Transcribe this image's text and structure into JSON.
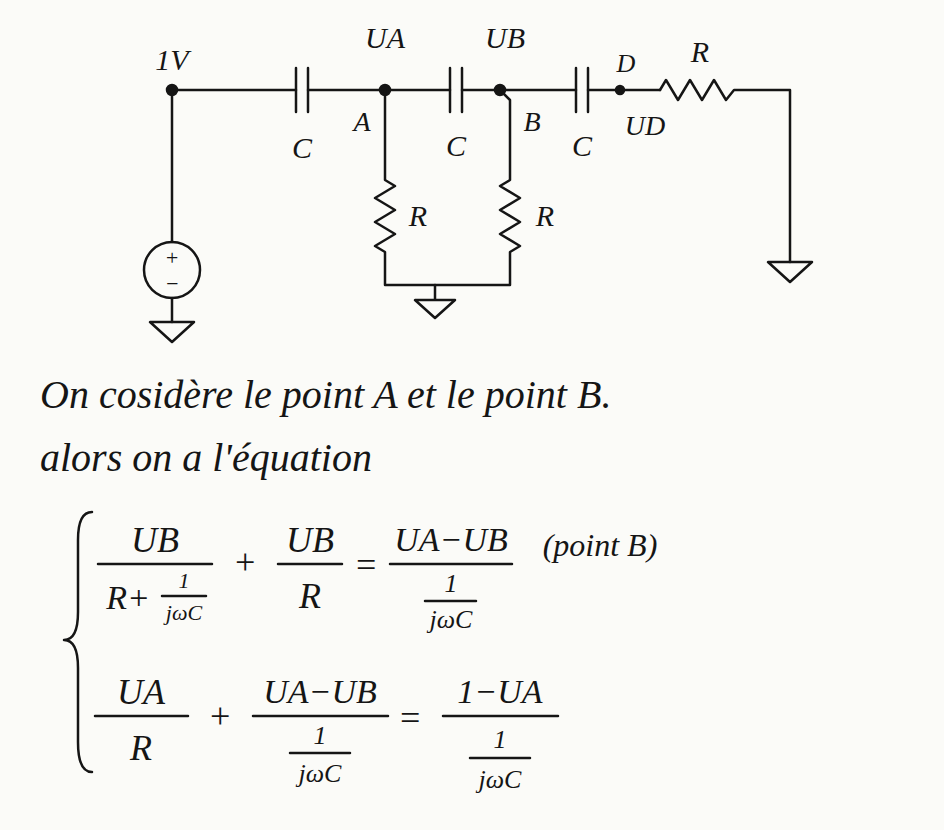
{
  "diagram": {
    "labels": [
      "1V",
      "C",
      "UA",
      "A",
      "C",
      "UB",
      "B",
      "R",
      "R",
      "C",
      "D",
      "UD",
      "R",
      "+",
      "−",
      "On cosidère le point A et le point B.",
      "alors on a l'équation",
      "UB",
      "R+",
      "1",
      "jωC",
      "+",
      "UB",
      "R",
      "=",
      "UA−UB",
      "1",
      "jωC",
      "(point B)",
      "UA",
      "R",
      "+",
      "UA−UB",
      "1",
      "jωC",
      "=",
      "1−UA",
      "1",
      "jωC"
    ]
  }
}
